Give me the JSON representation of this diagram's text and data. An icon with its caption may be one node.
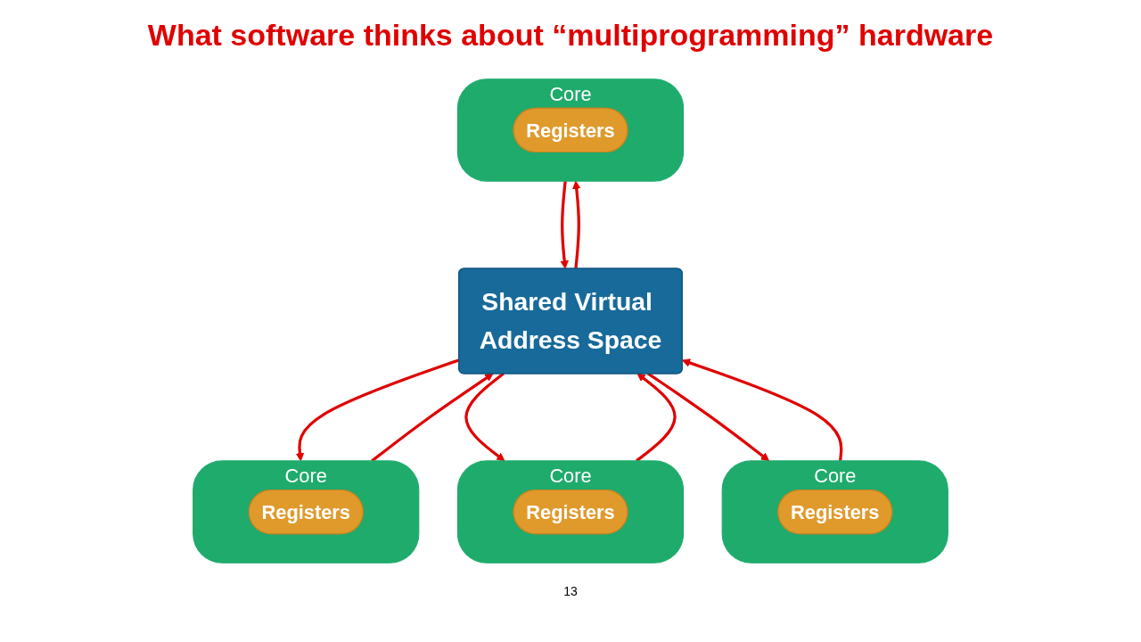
{
  "diagram": {
    "title": "What software thinks about “multiprogramming” hardware",
    "nodes": [
      {
        "text": [
          "Core"
        ]
      },
      {
        "text": [
          "Registers"
        ],
        "in": 0
      },
      {
        "text": [
          "Core"
        ]
      },
      {
        "text": [
          "Registers"
        ],
        "in": 2
      },
      {
        "text": [
          "Core"
        ]
      },
      {
        "text": [
          "Registers"
        ],
        "in": 4
      },
      {
        "text": [
          "Core"
        ]
      },
      {
        "text": [
          "Registers"
        ],
        "in": 6
      },
      {
        "text": [
          "Shared Virtual Address Space"
        ]
      }
    ],
    "edges": [
      {
        "from": 8,
        "to": 0,
        "arrow": "to",
        "color": "#e00000"
      },
      {
        "from": 0,
        "to": 8,
        "arrow": "to",
        "color": "#e00000"
      },
      {
        "from": 8,
        "to": 2,
        "arrow": "to",
        "color": "#e00000"
      },
      {
        "from": 2,
        "to": 8,
        "arrow": "to",
        "color": "#e00000"
      },
      {
        "from": 8,
        "to": 4,
        "arrow": "to",
        "color": "#e00000"
      },
      {
        "from": 4,
        "to": 8,
        "arrow": "to",
        "color": "#e00000"
      },
      {
        "from": 8,
        "to": 6,
        "arrow": "to",
        "color": "#e00000"
      },
      {
        "from": 6,
        "to": 8,
        "arrow": "to",
        "color": "#e00000"
      }
    ],
    "labels": [
      "13"
    ]
  }
}
